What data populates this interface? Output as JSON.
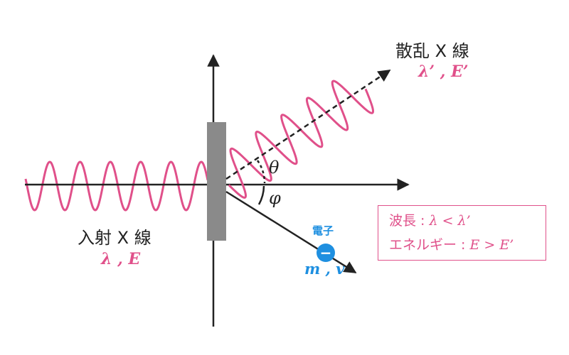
{
  "colors": {
    "wave": "#e0508a",
    "axis": "#222222",
    "target": "#8a8a8a",
    "electron": "#1e8fe0",
    "electron_text": "#1e8fe0",
    "param_text": "#e0508a"
  },
  "scattered": {
    "title": "散乱 X 線",
    "params": "λ’ , E’"
  },
  "incident": {
    "title": "入射 X 線",
    "params": "λ , E"
  },
  "angles": {
    "theta": "θ",
    "phi": "φ"
  },
  "electron": {
    "title": "電子",
    "params": "m , v",
    "symbol": "−",
    "icon": "electron-minus-icon"
  },
  "info": {
    "wavelength_label": "波長 : ",
    "wavelength_relation": "λ < λ’",
    "energy_label": "エネルギー : ",
    "energy_relation": "E > E’"
  }
}
